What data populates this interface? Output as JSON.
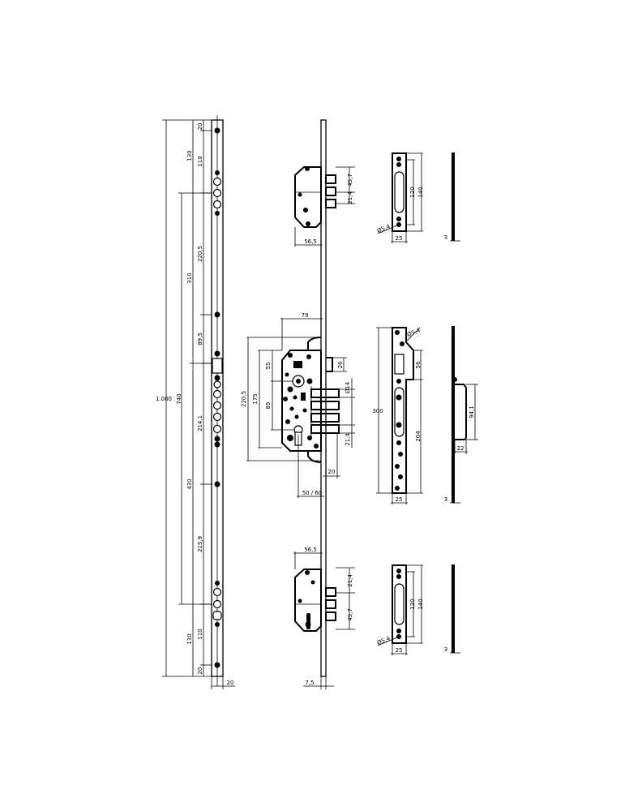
{
  "drawing": {
    "dims": {
      "total_length": "1.000",
      "span_740": "740",
      "top_20": "20",
      "top_130": "130",
      "top_110": "110",
      "span_310_top": "310",
      "span_220_5_top": "220,5",
      "span_89_5": "89,5",
      "span_214_1": "214,1",
      "span_430": "430",
      "span_215_9": "215,9",
      "bottom_130": "130",
      "bottom_110": "110",
      "bottom_20": "20",
      "bar_width_20": "20",
      "top_lock_45_7": "45,7",
      "top_lock_21_4": "21,4",
      "top_lock_56_5": "56,5",
      "main_79": "79",
      "main_220_5": "220,5",
      "main_175": "175",
      "main_55": "55",
      "main_85": "85",
      "main_26": "26",
      "main_d14": "Ø14",
      "main_21_4": "21,4",
      "main_20": "20",
      "main_50_60": "50 / 60",
      "bottom_lock_56_5": "56,5",
      "bottom_lock_21_4": "21,4",
      "bottom_lock_45_7": "45,7",
      "thickness_7_5": "7,5",
      "strike_top_120": "120",
      "strike_top_140": "140",
      "strike_top_d5_4": "Ø5,4",
      "strike_top_25": "25",
      "strike_top_3": "3",
      "strike_main_d5_4": "Ø5,4",
      "strike_main_300": "300",
      "strike_main_56": "56",
      "strike_main_204": "204",
      "strike_main_25": "25",
      "strike_main_94_1": "94,1",
      "strike_main_22": "22",
      "strike_main_3": "3",
      "strike_bottom_120": "120",
      "strike_bottom_140": "140",
      "strike_bottom_d5_4": "Ø5,4",
      "strike_bottom_25": "25",
      "strike_bottom_3": "3"
    }
  }
}
